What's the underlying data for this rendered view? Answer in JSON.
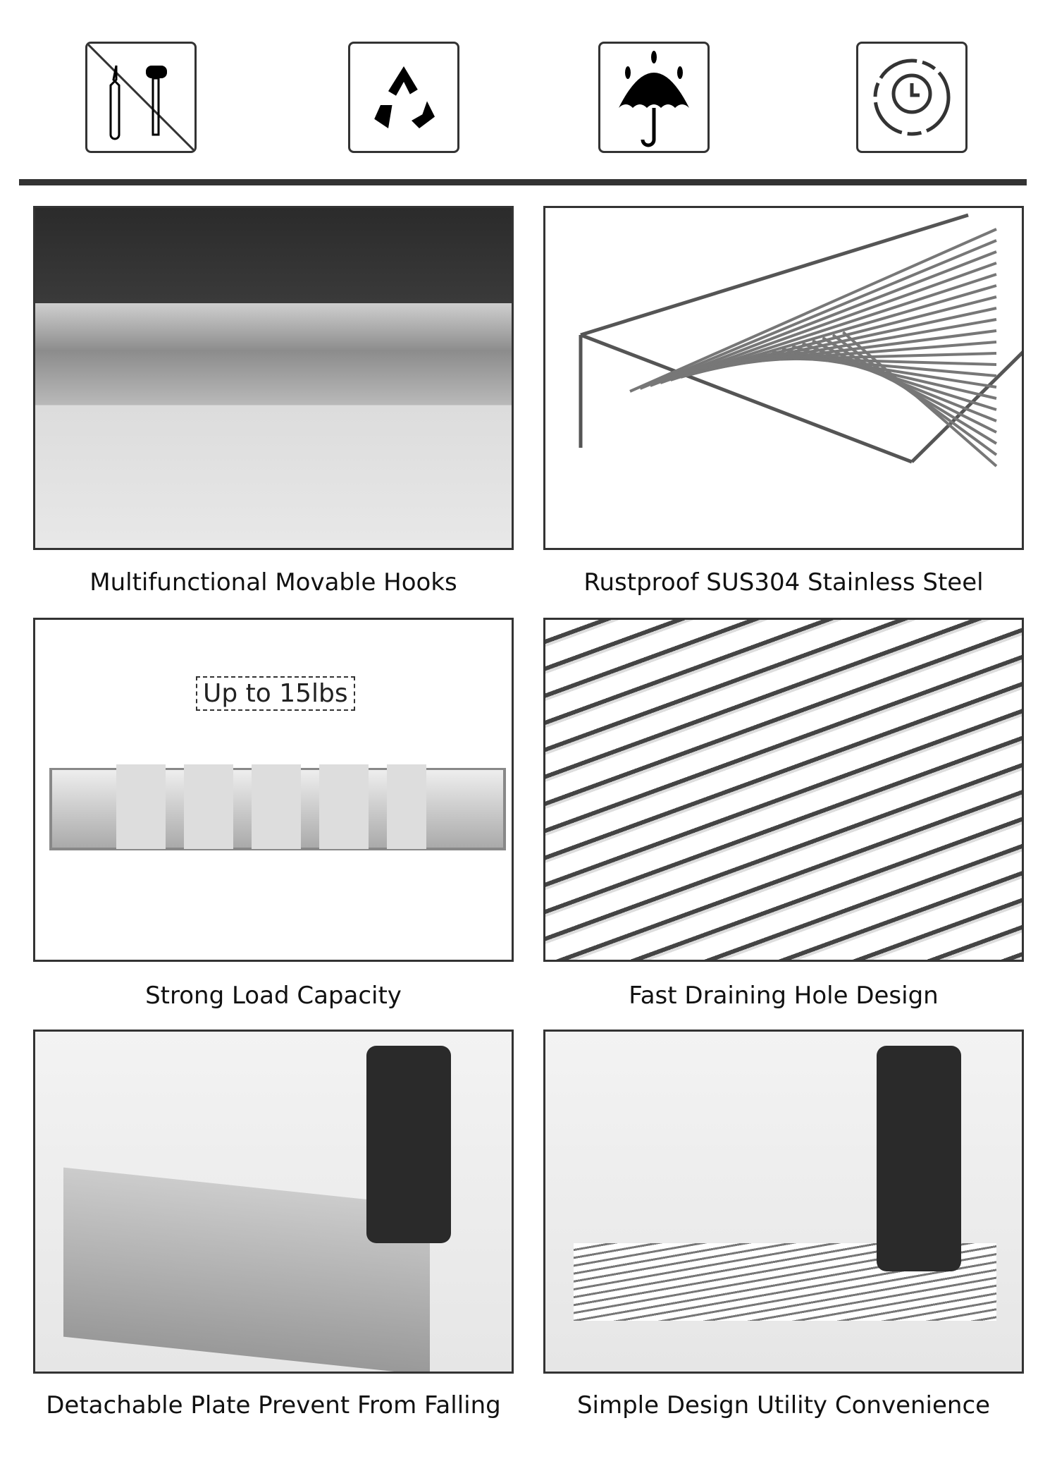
{
  "feature_icons": [
    {
      "name": "no-tools-icon"
    },
    {
      "name": "recycle-icon"
    },
    {
      "name": "waterproof-umbrella-icon"
    },
    {
      "name": "durable-clock-icon"
    }
  ],
  "panels": [
    {
      "caption": "Multifunctional Movable Hooks"
    },
    {
      "caption": "Rustproof SUS304 Stainless Steel"
    },
    {
      "caption": "Strong Load Capacity",
      "label": "Up to 15lbs"
    },
    {
      "caption": "Fast Draining Hole Design"
    },
    {
      "caption": "Detachable Plate Prevent From Falling"
    },
    {
      "caption": "Simple Design Utility Convenience"
    }
  ]
}
